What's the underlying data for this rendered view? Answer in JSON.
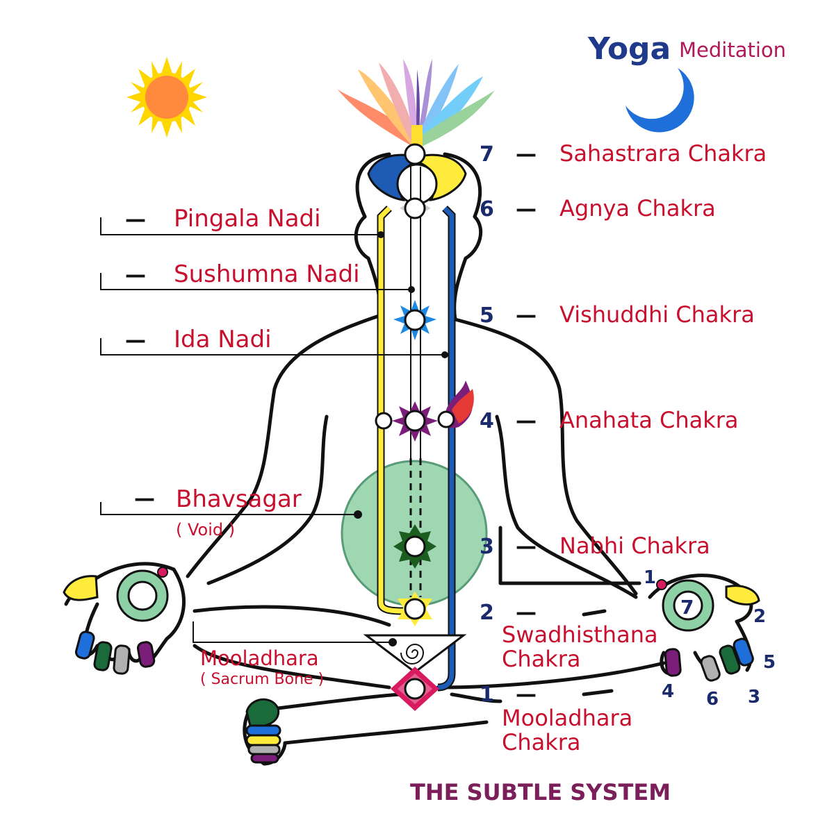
{
  "brand": {
    "word1": "Yoga",
    "word2": "Meditation",
    "colors": {
      "yoga": "#1f3a8a",
      "meditation": "#b0185a",
      "moon": "#1565c0",
      "sun": "#ff8a3d",
      "sun_rays": "#ffd600"
    }
  },
  "footer_title": "THE SUBTLE SYSTEM",
  "nadis": [
    {
      "label": "Pingala Nadi"
    },
    {
      "label": "Sushumna Nadi"
    },
    {
      "label": "Ida Nadi"
    }
  ],
  "bhavsagar": {
    "label": "Bhavsagar",
    "sub": "( Void  )"
  },
  "sacrum": {
    "label": "Mooladhara",
    "sub": "( Sacrum Bone )"
  },
  "chakras": [
    {
      "num": "7",
      "dash": "—",
      "label": "Sahastrara Chakra"
    },
    {
      "num": "6",
      "dash": "—",
      "label": "Agnya Chakra"
    },
    {
      "num": "5",
      "dash": "—",
      "label": "Vishuddhi Chakra"
    },
    {
      "num": "4",
      "dash": "—",
      "label": "Anahata Chakra"
    },
    {
      "num": "3",
      "dash": "—",
      "label": "Nabhi Chakra"
    },
    {
      "num": "2",
      "dash": "—",
      "label1": "Swadhisthana",
      "label2": "Chakra"
    },
    {
      "num": "1",
      "dash": "—",
      "label1": "Mooladhara",
      "label2": "Chakra"
    }
  ],
  "left_dashes": [
    "—",
    "—",
    "—",
    "—"
  ],
  "right_hand_numbers": [
    "1",
    "7",
    "2",
    "5",
    "3",
    "6",
    "4"
  ],
  "channel_colors": {
    "pingala": "#ffeb3b",
    "ida": "#1e5bb5",
    "bhavsagar": "#8fd1a6"
  },
  "finger_colors": {
    "thumb": "#ffeb3b",
    "blue": "#1e6fd9",
    "green": "#1b6b3a",
    "grey": "#b0b0b0",
    "purple": "#7b1e7a"
  }
}
